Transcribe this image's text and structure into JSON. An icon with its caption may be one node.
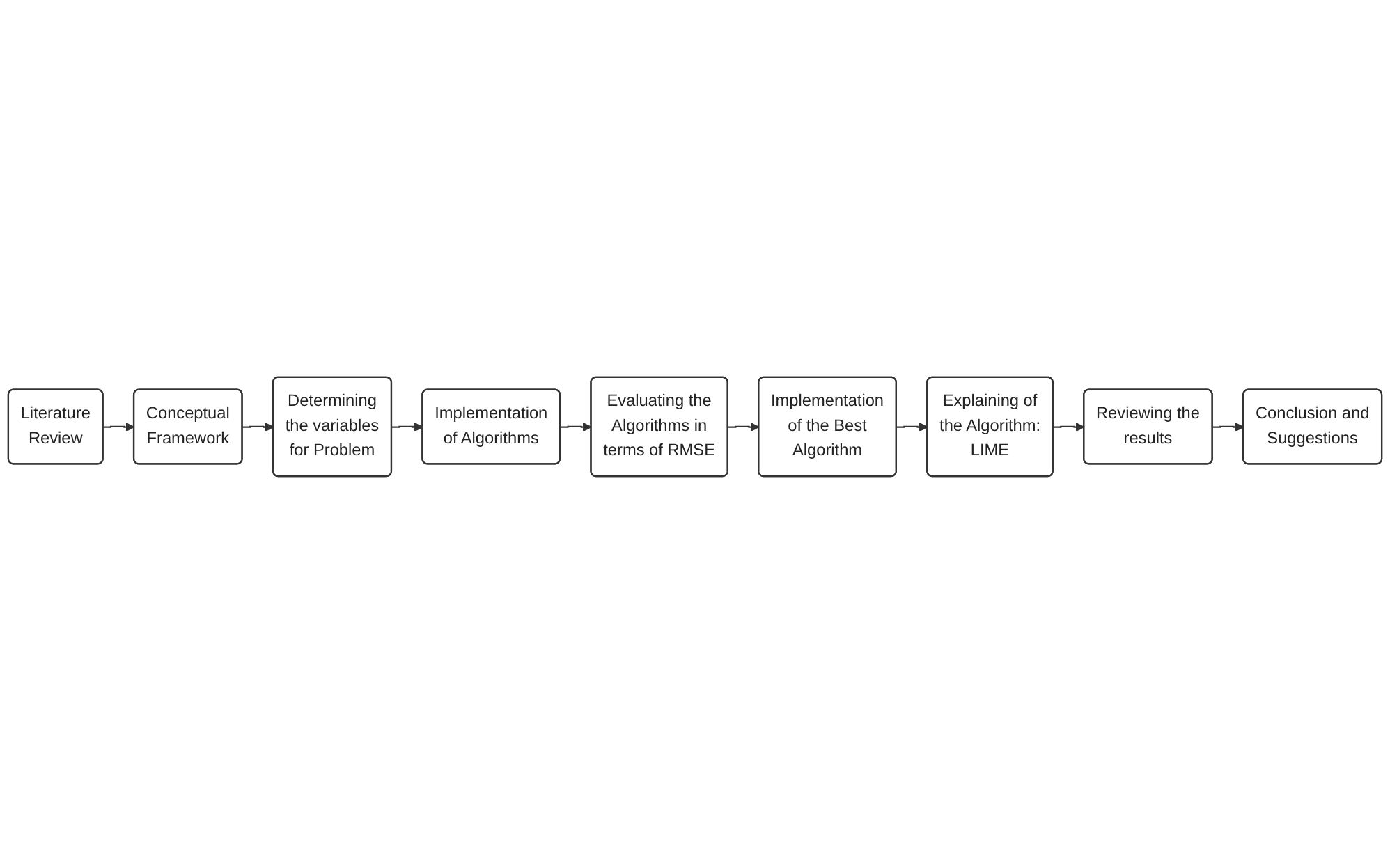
{
  "diagram": {
    "nodes": [
      {
        "text": [
          "Literature Review"
        ]
      },
      {
        "text": [
          "Conceptual Framework"
        ]
      },
      {
        "text": [
          "Determining the variables for Problem"
        ]
      },
      {
        "text": [
          "Implementation of Algorithms"
        ]
      },
      {
        "text": [
          "Evaluating the Algorithms in terms of RMSE"
        ]
      },
      {
        "text": [
          "Implementation of the Best Algorithm"
        ]
      },
      {
        "text": [
          "Explaining of the Algorithm: LIME"
        ]
      },
      {
        "text": [
          "Reviewing the results"
        ]
      },
      {
        "text": [
          "Conclusion and Suggestions"
        ]
      }
    ],
    "edges": [
      {
        "from": 0,
        "to": 1,
        "arrow": "to"
      },
      {
        "from": 1,
        "to": 2,
        "arrow": "to"
      },
      {
        "from": 2,
        "to": 3,
        "arrow": "to"
      },
      {
        "from": 3,
        "to": 4,
        "arrow": "to"
      },
      {
        "from": 4,
        "to": 5,
        "arrow": "to"
      },
      {
        "from": 5,
        "to": 6,
        "arrow": "to"
      },
      {
        "from": 6,
        "to": 7,
        "arrow": "to"
      },
      {
        "from": 7,
        "to": 8,
        "arrow": "to"
      }
    ]
  }
}
